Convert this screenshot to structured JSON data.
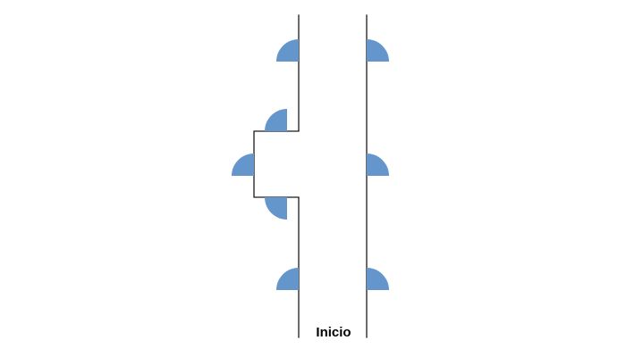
{
  "labels": {
    "start": "Inicio"
  },
  "colors": {
    "door_fill": "#6496cc",
    "wall_stroke": "#1a1a1a",
    "background": "#ffffff"
  },
  "doors": [
    {
      "id": "left-top",
      "side": "left",
      "icon": "door-quarter-circle"
    },
    {
      "id": "left-alcove-upper",
      "side": "left",
      "icon": "door-quarter-circle"
    },
    {
      "id": "left-alcove-end",
      "side": "left",
      "icon": "door-quarter-circle"
    },
    {
      "id": "left-alcove-lower",
      "side": "left",
      "icon": "door-quarter-circle"
    },
    {
      "id": "left-bottom",
      "side": "left",
      "icon": "door-quarter-circle"
    },
    {
      "id": "right-top",
      "side": "right",
      "icon": "door-quarter-circle"
    },
    {
      "id": "right-middle",
      "side": "right",
      "icon": "door-quarter-circle"
    },
    {
      "id": "right-bottom",
      "side": "right",
      "icon": "door-quarter-circle"
    }
  ]
}
